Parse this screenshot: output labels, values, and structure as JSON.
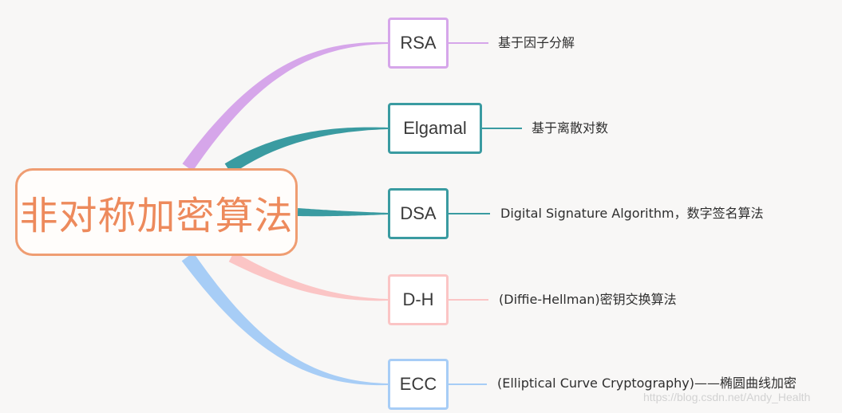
{
  "root": {
    "label": "非对称加密算法",
    "color": "#ef9d72"
  },
  "branches": [
    {
      "label": "RSA",
      "desc": "基于因子分解",
      "color": "#d6a6ea"
    },
    {
      "label": "Elgamal",
      "desc": "基于离散对数",
      "color": "#3a9ba1"
    },
    {
      "label": "DSA",
      "desc": "Digital Signature Algorithm，数字签名算法",
      "color": "#3a9ba1"
    },
    {
      "label": "D-H",
      "desc": "(Diffie-Hellman)密钥交换算法",
      "color": "#fbc5c5"
    },
    {
      "label": "ECC",
      "desc": "(Elliptical Curve Cryptography)——椭圆曲线加密",
      "color": "#a7cdf6"
    }
  ],
  "watermark": "https://blog.csdn.net/Andy_Health"
}
